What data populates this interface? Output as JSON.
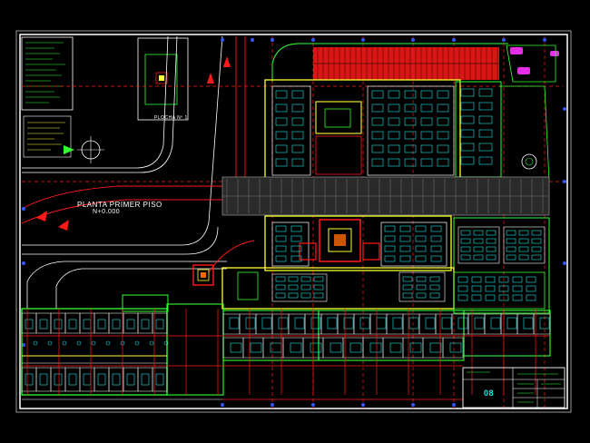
{
  "drawing": {
    "plan_title": "PLANTA PRIMER  PISO",
    "level_label": "N+0.000",
    "small_plan_label": "PLOCHA Nº 1",
    "sheet_number": "08"
  },
  "colors": {
    "background": "#000000",
    "frame": "#ffffff",
    "walls_red": "#ff1a1a",
    "walls_green": "#33ff33",
    "walls_yellow": "#ffff33",
    "furniture_cyan": "#22e6e6",
    "annotation_white": "#ffffff",
    "axis_blue": "#3355ff",
    "parking_magenta": "#ff33ff"
  }
}
